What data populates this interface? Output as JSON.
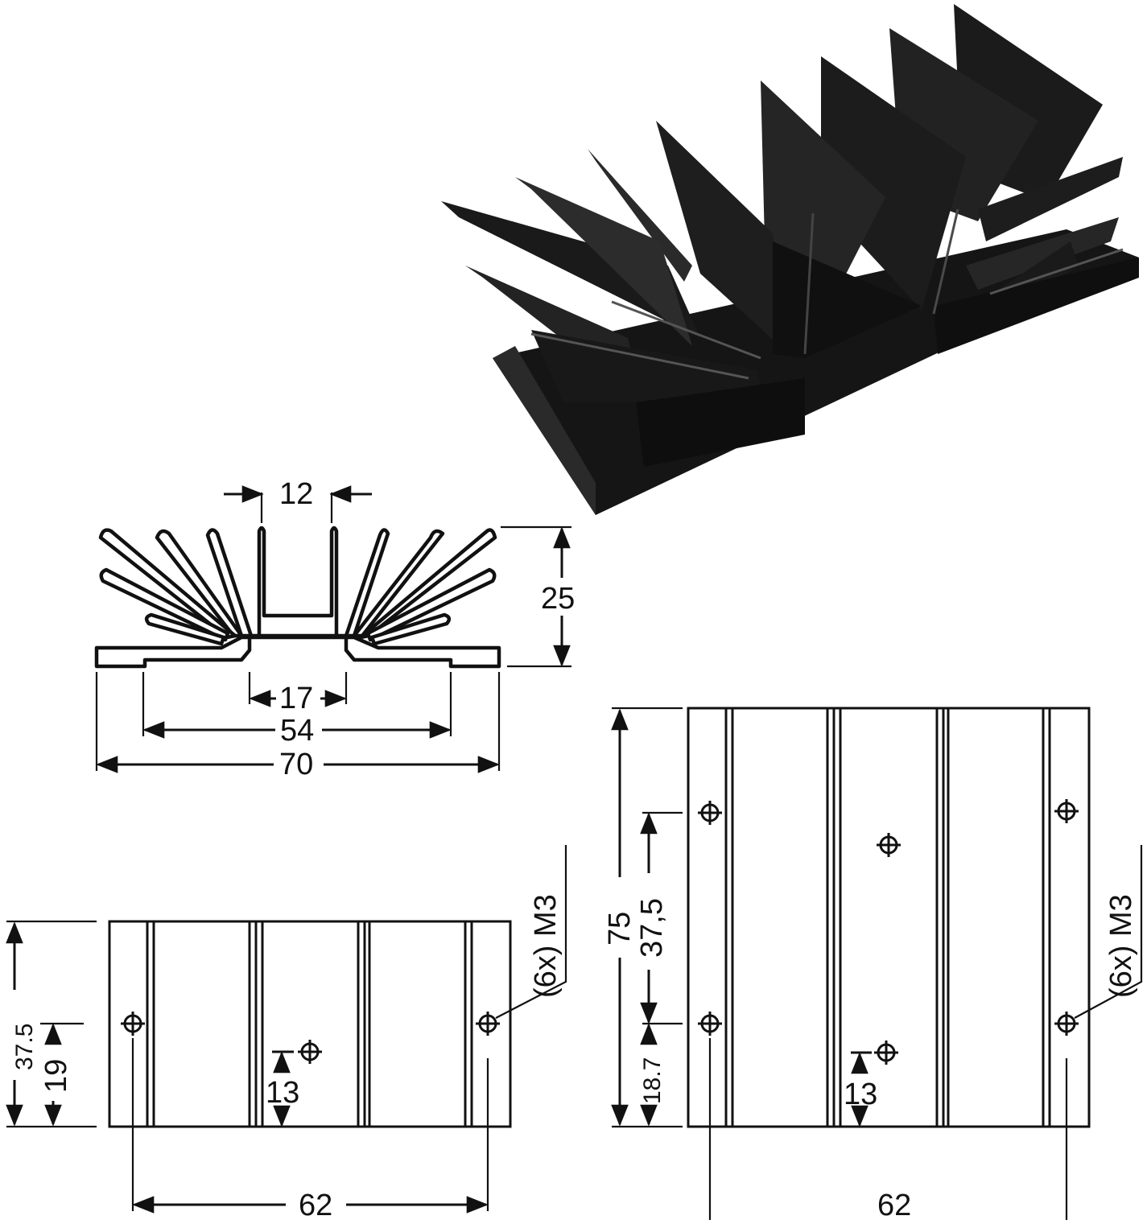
{
  "colors": {
    "ink": "#111111",
    "background": "#ffffff",
    "product_body": "#151515"
  },
  "product_photo": {
    "icon": "heatsink-photo-icon"
  },
  "profile_view": {
    "dim_top": "12",
    "dim_height": "25",
    "dim_inner": "17",
    "dim_mid": "54",
    "dim_overall": "70"
  },
  "side_view_small": {
    "dim_height": "37.5",
    "dim_mid": "19",
    "dim_offset": "13",
    "dim_width": "62",
    "thread_label": "(6x) M3"
  },
  "side_view_large": {
    "dim_height": "75",
    "dim_mid": "37,5",
    "dim_low": "18.7",
    "dim_offset": "13",
    "dim_width": "62",
    "thread_label": "(6x) M3"
  }
}
